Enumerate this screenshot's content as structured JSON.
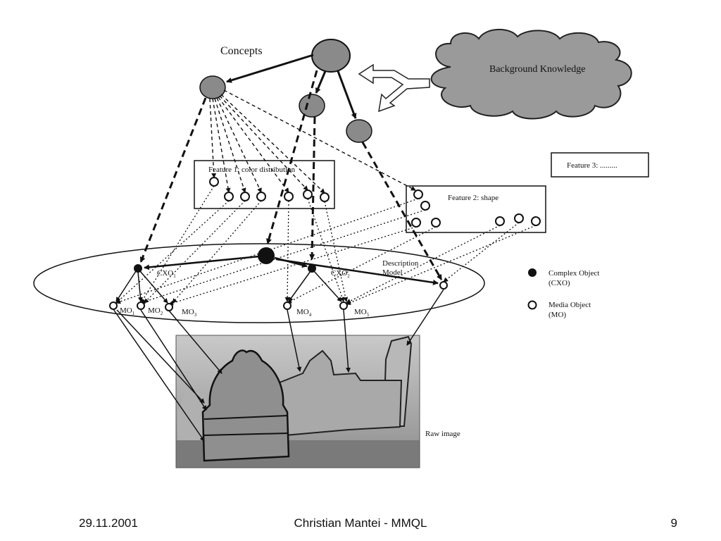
{
  "diagram": {
    "concepts_label": "Concepts",
    "background_knowledge": "Background Knowledge",
    "feature1": "Feature 1: color distribution",
    "feature2": "Feature 2: shape",
    "feature3": "Feature 3: .........",
    "cxo1": "CXO",
    "cxo1_sub": "1",
    "cxo2": "CXO",
    "cxo2_sub": "2",
    "description_model_1": "Description",
    "description_model_2": "Model",
    "mo1": "MO",
    "mo1_sub": "1",
    "mo2": "MO",
    "mo2_sub": "2",
    "mo3": "MO",
    "mo3_sub": "3",
    "mo4": "MO",
    "mo4_sub": "4",
    "mo5": "MO",
    "mo5_sub": "5",
    "legend_complex_1": "Complex Object",
    "legend_complex_2": "(CXO)",
    "legend_media_1": "Media Object",
    "legend_media_2": "(MO)",
    "raw_image": "Raw image"
  },
  "footer": {
    "date": "29.11.2001",
    "title": "Christian Mantei - MMQL",
    "page": "9"
  },
  "colors": {
    "concept_fill": "#8a8a8a",
    "cloud_fill": "#9a9a9a",
    "ink": "#111111"
  }
}
